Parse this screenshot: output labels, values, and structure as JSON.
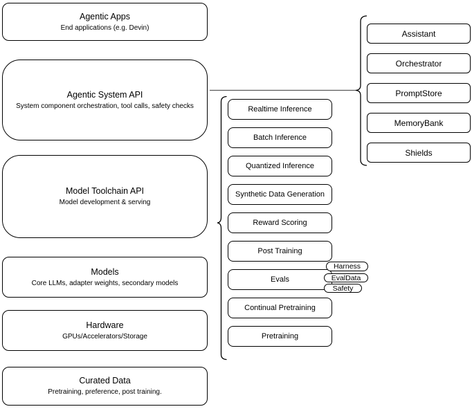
{
  "diagram_title": "Agentic system architecture diagram",
  "colors": {
    "stroke": "#000000",
    "background": "#ffffff",
    "connector": "#595959"
  },
  "left_stack": [
    {
      "title": "Agentic Apps",
      "subtitle": "End applications (e.g. Devin)"
    },
    {
      "title": "Agentic System API",
      "subtitle": "System component orchestration, tool calls, safety checks"
    },
    {
      "title": "Model Toolchain API",
      "subtitle": "Model development & serving"
    },
    {
      "title": "Models",
      "subtitle": "Core LLMs, adapter weights, secondary models"
    },
    {
      "title": "Hardware",
      "subtitle": "GPUs/Accelerators/Storage"
    },
    {
      "title": "Curated Data",
      "subtitle": "Pretraining, preference, post training."
    }
  ],
  "toolchain_services": [
    "Realtime Inference",
    "Batch Inference",
    "Quantized Inference",
    "Synthetic Data Generation",
    "Reward Scoring",
    "Post Training",
    "Evals",
    "Continual Pretraining",
    "Pretraining"
  ],
  "eval_tags": [
    "Harness",
    "EvalData",
    "Safety"
  ],
  "system_components": [
    "Assistant",
    "Orchestrator",
    "PromptStore",
    "MemoryBank",
    "Shields"
  ]
}
